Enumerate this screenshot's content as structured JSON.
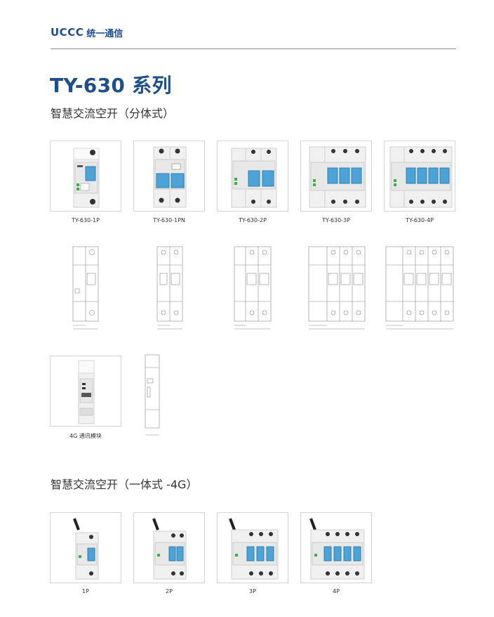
{
  "header": {
    "logo_latin": "UCCC",
    "logo_cn": "统一通信"
  },
  "title": "TY-630 系列",
  "sections": {
    "split": {
      "heading": "智慧交流空开（分体式）",
      "products": [
        "TY-630-1P",
        "TY-630-1PN",
        "TY-630-2P",
        "TY-630-3P",
        "TY-630-4P"
      ]
    },
    "module": {
      "caption": "4G 通讯模块"
    },
    "integrated": {
      "heading": "智慧交流空开（一体式 -4G）",
      "products": [
        "1P",
        "2P",
        "3P",
        "4P"
      ]
    }
  },
  "colors": {
    "brand": "#1f4e8c",
    "handle": "#4ea3d6",
    "indicator": "#3fae4a"
  }
}
